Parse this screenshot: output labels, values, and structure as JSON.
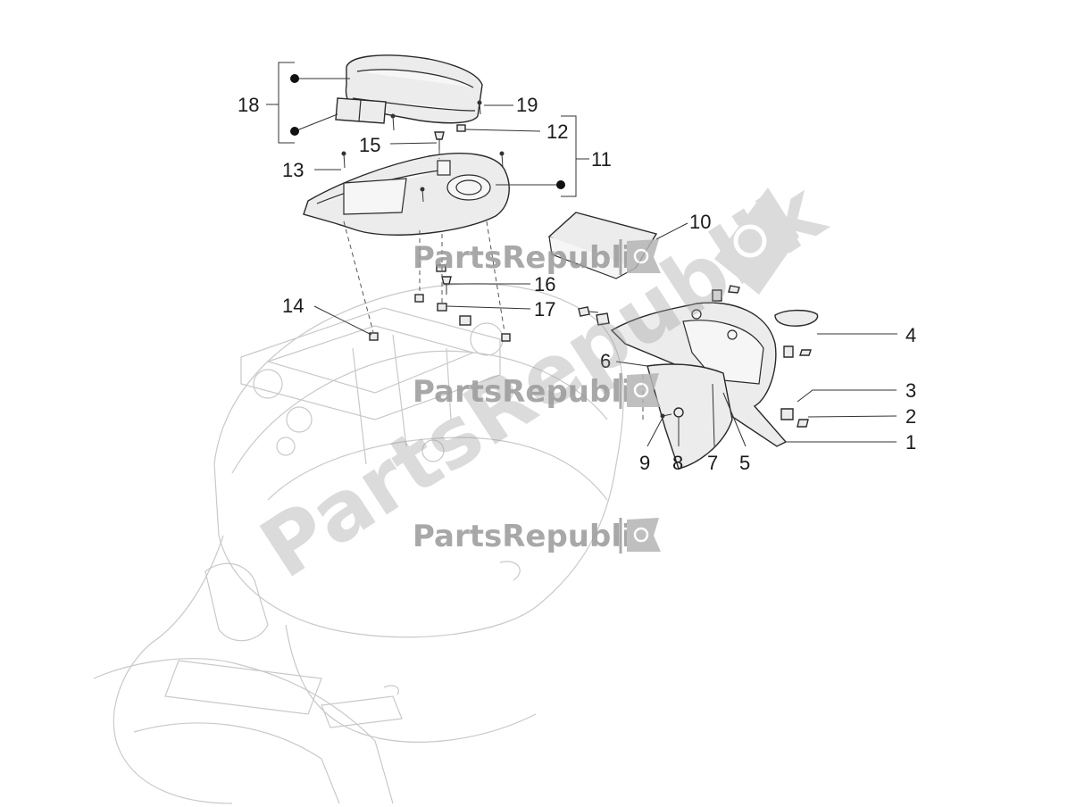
{
  "watermark": {
    "brand": "PartsRepublik",
    "diagonal": "PartsRepublik"
  },
  "callouts": [
    "1",
    "2",
    "3",
    "4",
    "5",
    "6",
    "7",
    "8",
    "9",
    "10",
    "11",
    "12",
    "13",
    "14",
    "15",
    "16",
    "17",
    "18",
    "19"
  ],
  "colors": {
    "line": "#2a2a2a",
    "ghost": "#c9c9c9",
    "watermark": "#9a9a9a",
    "background": "#ffffff"
  }
}
